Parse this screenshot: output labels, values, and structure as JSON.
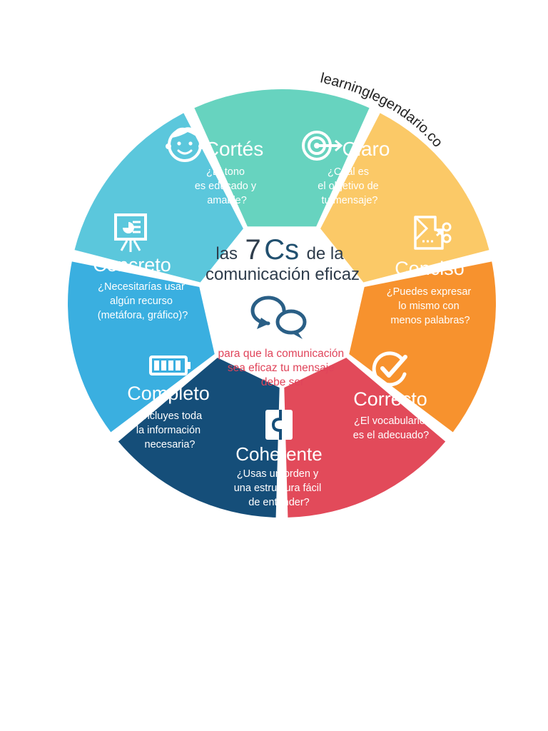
{
  "watermark": "learninglegendario.com",
  "center": {
    "title_prefix": "las",
    "title_number": "7",
    "title_letters": "Cs",
    "title_suffix": "de la",
    "title_line2": "comunicación eficaz",
    "subtitle_line1": "para que la comunicación",
    "subtitle_line2": "sea eficaz tu mensaje",
    "subtitle_line3": "debe ser",
    "icon": "speech-bubbles-icon",
    "title_color": "#2f3d4c",
    "subtitle_color": "#e0445a",
    "icon_color": "#2a5f86"
  },
  "segments": [
    {
      "id": "cortes",
      "title": "Cortés",
      "icon": "smiley-face-icon",
      "color": "#67d3bf",
      "lines": [
        "¿El tono",
        "es educado y",
        "amable?"
      ]
    },
    {
      "id": "claro",
      "title": "Claro",
      "icon": "target-arrow-icon",
      "color": "#fbc967",
      "lines": [
        "¿Cuál es",
        "el objetivo de",
        "tu mensaje?"
      ]
    },
    {
      "id": "conciso",
      "title": "Conciso",
      "icon": "scissors-cut-icon",
      "color": "#f7922e",
      "lines": [
        "¿Puedes expresar",
        "lo mismo con",
        "menos palabras?"
      ]
    },
    {
      "id": "correcto",
      "title": "Correcto",
      "icon": "check-circle-icon",
      "color": "#e24a5a",
      "lines": [
        "¿El vocabulario",
        "es el adecuado?"
      ]
    },
    {
      "id": "coherente",
      "title": "Coherente",
      "icon": "puzzle-piece-icon",
      "color": "#154e79",
      "lines": [
        "¿Usas un orden y",
        "una estructura fácil",
        "de entender?"
      ]
    },
    {
      "id": "completo",
      "title": "Completo",
      "icon": "battery-full-icon",
      "color": "#3aafe0",
      "lines": [
        "¿Incluyes toda",
        "la información",
        "necesaria?"
      ]
    },
    {
      "id": "concreto",
      "title": "Concreto",
      "icon": "presentation-board-icon",
      "color": "#5bc7dc",
      "lines": [
        "¿Necesitarías usar",
        "algún recurso",
        "(metáfora, gráfico)?"
      ]
    }
  ]
}
